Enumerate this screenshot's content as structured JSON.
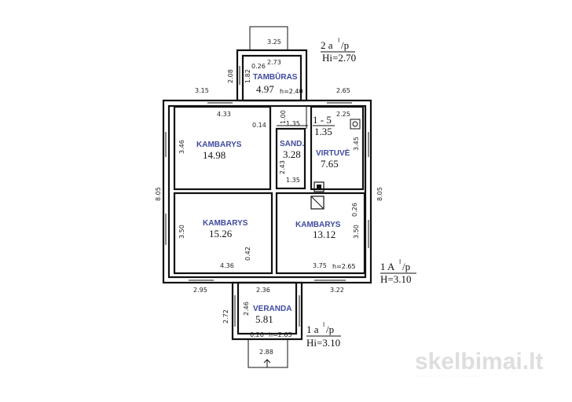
{
  "rooms": {
    "tamburas": {
      "name": "TAMBŪRAS",
      "area": "4.97",
      "height": "h=2.40"
    },
    "kambarys1": {
      "name": "KAMBARYS",
      "area": "14.98"
    },
    "sand": {
      "name": "SAND.",
      "area": "3.28"
    },
    "virtuve": {
      "name": "VIRTUVĖ",
      "area": "7.65"
    },
    "kambarys2": {
      "name": "KAMBARYS",
      "area": "15.26"
    },
    "kambarys3": {
      "name": "KAMBARYS",
      "area": "13.12",
      "height": "h=2.65"
    },
    "veranda": {
      "name": "VERANDA",
      "area": "5.81",
      "height": "h=2.65"
    }
  },
  "dimensions": {
    "top_325": "3.25",
    "tam_273": "2.73",
    "tam_026": "0.26",
    "tam_182": "1.82",
    "tam_208": "2.08",
    "top_315": "3.15",
    "top_265": "2.65",
    "k1_433": "4.33",
    "cor_014": "0.14",
    "cor_100": "1.00",
    "cor_135": "1.35",
    "cor_225": "2.25",
    "k1_346": "3.46",
    "sand_243": "2.43",
    "sand_135": "1.35",
    "v_345": "3.45",
    "left_805": "8.05",
    "right_805": "8.05",
    "k3_026": "0.26",
    "k2_350": "3.50",
    "k3_350": "3.50",
    "k2_042": "0.42",
    "k2_436": "4.36",
    "k3_375": "3.75",
    "bot_295": "2.95",
    "bot_236": "2.36",
    "bot_322": "3.22",
    "ver_272": "2.72",
    "ver_246": "2.46",
    "ver_026": "0.26",
    "ver_288": "2.88"
  },
  "notes": {
    "tam_floor": "2 a",
    "tam_floor_p": "/p",
    "tam_floor_sup": "l",
    "tam_hi": "Hi=2.70",
    "cor_range": "1 - 5",
    "cor_range_val": "1.35",
    "main_floor": "1 A",
    "main_floor_p": "/p",
    "main_floor_sup": "l",
    "main_hi": "H=3.10",
    "ver_floor": "1 a",
    "ver_floor_p": "/p",
    "ver_floor_sup": "l",
    "ver_hi": "Hi=3.10"
  },
  "watermark": "skelbimai.lt"
}
